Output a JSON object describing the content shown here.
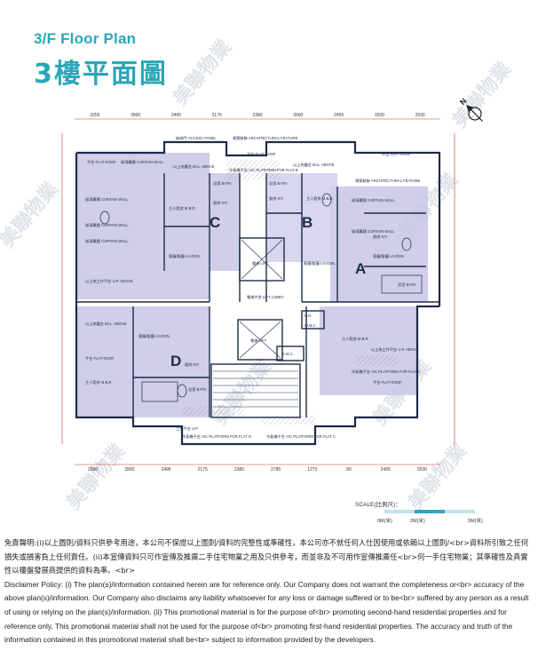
{
  "title": {
    "en": "3/F Floor Plan",
    "zh": "3樓平面圖"
  },
  "compass": "N",
  "watermark": "美聯物業",
  "top_dims": [
    "3255",
    "3900",
    "2495",
    "2175",
    "2380",
    "3900",
    "2495",
    "1500",
    "2530"
  ],
  "bottom_dims": [
    "2560",
    "3900",
    "2495",
    "2175",
    "2380",
    "2785",
    "1270",
    "80",
    "2495",
    "2530"
  ],
  "flats": [
    "A",
    "B",
    "C",
    "D"
  ],
  "labels": {
    "access_panel": "檢修門 ACCESS PANEL",
    "arch_feature_top": "建築裝飾 ARCHITECTURAL FEATURE",
    "flat_roof_tr": "平台 FLAT ROOF",
    "flat_roof_tl": "平台 FLAT ROOF",
    "curtain_wall_tl": "玻璃幕牆 CURTAIN WALL",
    "bal_above_tl": "以上為露台 BAL. ABOVE",
    "curtain_wall_l1": "玻璃幕牆 CURTAIN WALL",
    "curtain_wall_l2": "玻璃幕牆 CURTAIN WALL",
    "curtain_wall_l3": "玻璃幕牆 CURTAIN WALL",
    "ur_above_l": "以上為工作平台 U.P. ABOVE",
    "bal_above_l": "以上為露台 BAL. ABOVE",
    "flat_roof_l": "平台 FLAT ROOF",
    "master_br_c": "主人套房 M.B.R.",
    "kit_c": "廚房 KIT.",
    "bath_c": "浴室 BATH",
    "flat_roof_b": "平台 FLAT ROOF",
    "ac_platform_b": "冷氣機平台 A/C PLATFORM FOR FLAT B",
    "bal_above_b": "以上為露台 BAL. ABOVE",
    "arch_feature_r": "建築裝飾 ARCHITECTURAL FEATURE",
    "curtain_wall_r1": "玻璃幕牆 CURTAIN WALL",
    "curtain_wall_r2": "玻璃幕牆 CURTAIN WALL",
    "kit_b": "廚房 KIT.",
    "master_br_b": "主人套房 M.B.R.",
    "living_dining_b": "客廳/飯廳 LIV./DIN.",
    "bath_b": "浴室 BATH",
    "lift_1": "電梯 LIFT",
    "lift_2": "電梯 LIFT",
    "lift_lobby": "電梯大堂 LIFT LOBBY",
    "hr": "H.R.",
    "wmc": "W.M.C.",
    "emc": "E.M.C.",
    "living_dining_a": "客廳/飯廳 LIV./DIN.",
    "kit_a": "廚房 KIT.",
    "bath_a": "浴室 BATH",
    "master_br_a": "主人套房 M.B.R.",
    "living_dining_c": "客廳/飯廳 LIV./DIN.",
    "living_dining_d": "客廳/飯廳 LIV./DIN.",
    "master_br_d": "主人套房 M.B.R.",
    "kit_d": "廚房 KIT.",
    "bath_d": "浴室 BATH",
    "ur_above_a": "以上為工作平台 U.P. ABOVE",
    "ac_platform_a": "冷氣機平台 A/C PLATFORM FOR FLAT A",
    "flat_roof_br": "平台 FLAT ROOF",
    "ur_d": "工作平台 U.P.",
    "ac_platform_d": "冷氣機平台 A/C PLATFORM FOR FLAT D",
    "ac_platform_c": "冷氣機平台 A/C PLATFORM FOR FLAT C"
  },
  "scale": {
    "label": "SCALE(比例尺)：",
    "ticks": [
      "0M(米)",
      "2M(米)",
      "5M(米)"
    ]
  },
  "disclaimer": {
    "zh": "免責聲明:(i)以上圖則/資料只供參考用途，本公司不保證以上圖則/資料的完整性或準確性，本公司亦不就任何人仕因使用或依賴以上圖則/<br>資料所引致之任何損失或損害負上任何責任。(ii)本宣傳資料只可作宣傳及推廣二手住宅物業之用及只供參考，而並非及不可用作宣傳推廣任<br>何一手住宅物業；其準確性及真實性以樓盤發展商提供的資料為準。<br>",
    "en": "Disclaimer Policy: (i) The plan(s)/information contained herein are for reference only. Our Company does not warrant the completeness or<br> accuracy of the above plan(s)/information. Our Company also disclaims any liability whatsoever for any loss or damage suffered or to be<br> suffered by any person as a result of using or relying on the plan(s)/information. (ii) This promotional material is for the purpose of<br> promoting second-hand residential properties and for reference only. This promotional material shall not be used for the purpose of<br> promoting first-hand residential properties. The accuracy and truth of the information contained in this promotional material shall be<br> subject to information provided by the developers."
  },
  "colors": {
    "accent": "#2aa7b8",
    "line": "#1e2a4a",
    "unit_tint": "#c8c6e4",
    "red": "#d0312d",
    "flat_b": "#d3d0ee"
  }
}
